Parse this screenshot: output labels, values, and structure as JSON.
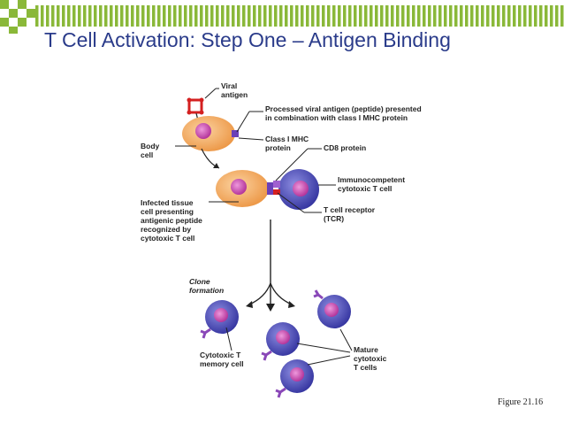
{
  "slide": {
    "title": "T Cell Activation: Step One – Antigen Binding",
    "figure_label": "Figure 21.16"
  },
  "labels": {
    "viral_antigen": [
      "Viral",
      "antigen"
    ],
    "processed_antigen": [
      "Processed viral antigen (peptide) presented",
      "in combination with class I MHC protein"
    ],
    "body_cell": [
      "Body",
      "cell"
    ],
    "class_i_mhc": [
      "Class I MHC",
      "protein"
    ],
    "cd8": [
      "CD8 protein"
    ],
    "immunocompetent": [
      "Immunocompetent",
      "cytotoxic T cell"
    ],
    "infected_cell": [
      "Infected tissue",
      "cell presenting",
      "antigenic peptide",
      "recognized by",
      "cytotoxic T cell"
    ],
    "tcr": [
      "T cell receptor",
      "(TCR)"
    ],
    "clone_formation": [
      "Clone",
      "formation"
    ],
    "memory_cell": [
      "Cytotoxic T",
      "memory cell"
    ],
    "mature_cells": [
      "Mature",
      "cytotoxic",
      "T cells"
    ]
  },
  "colors": {
    "title": "#2a3b8a",
    "header_green": "#8ab839",
    "body_cell": "#f2a35a",
    "t_cell": "#4a4ab0",
    "nucleus": "#c43ea8",
    "antigen": "#d42020",
    "receptor": "#8a48b8"
  }
}
